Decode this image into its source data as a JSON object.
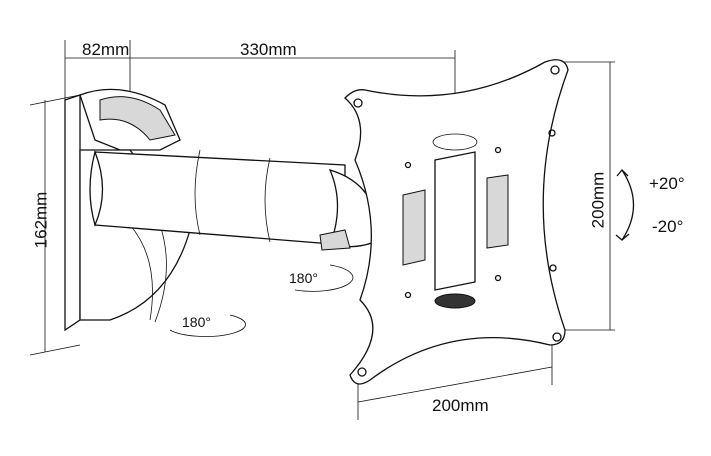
{
  "title": "TV wall mount dimension diagram",
  "dimensions": {
    "wall_plate_depth": "82mm",
    "arm_extension": "330mm",
    "wall_plate_height": "162mm",
    "vesa_height": "200mm",
    "vesa_width": "200mm"
  },
  "tilt": {
    "up": "+20°",
    "down": "-20°"
  },
  "swivel": {
    "arm_rotation": "180°",
    "wall_rotation": "180°"
  }
}
